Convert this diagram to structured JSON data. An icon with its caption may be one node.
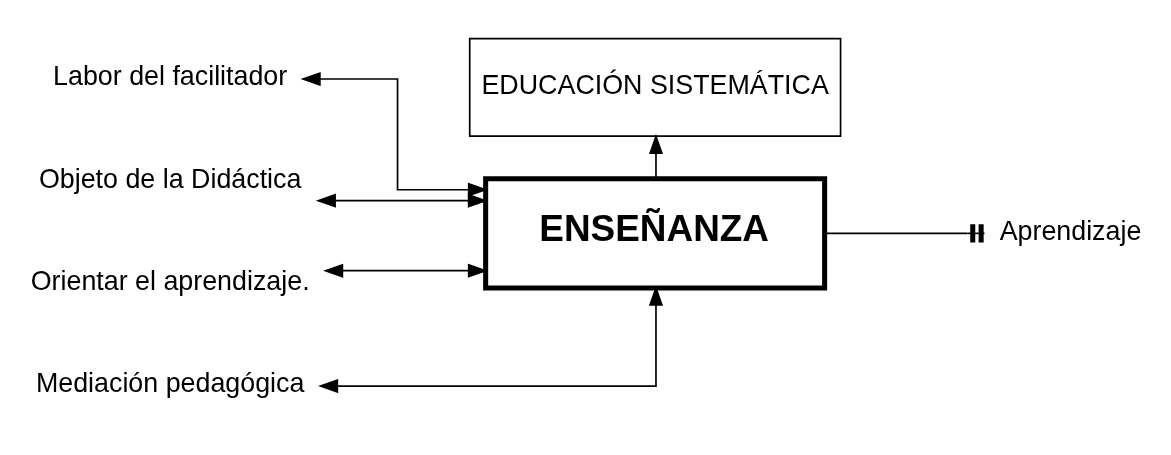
{
  "diagram": {
    "nodes": [
      {
        "text": [
          "EDUCACIÓN SISTEMÁTICA"
        ]
      },
      {
        "text": [
          "ENSEÑANZA"
        ]
      },
      {
        "text": [
          "Aprendizaje"
        ]
      },
      {
        "text": [
          "Labor del facilitador"
        ]
      },
      {
        "text": [
          "Objeto de la Didáctica"
        ]
      },
      {
        "text": [
          "Orientar el aprendizaje."
        ]
      },
      {
        "text": [
          "Mediación pedagógica"
        ]
      }
    ],
    "edges": [
      {
        "from": 1,
        "to": 0,
        "arrow": "to"
      },
      {
        "from": 1,
        "to": 3,
        "arrow": "both"
      },
      {
        "from": 1,
        "to": 4,
        "arrow": "both"
      },
      {
        "from": 1,
        "to": 5,
        "arrow": "both"
      },
      {
        "from": 1,
        "to": 6,
        "arrow": "both"
      },
      {
        "from": 1,
        "to": 2,
        "arrow": "other"
      }
    ]
  }
}
